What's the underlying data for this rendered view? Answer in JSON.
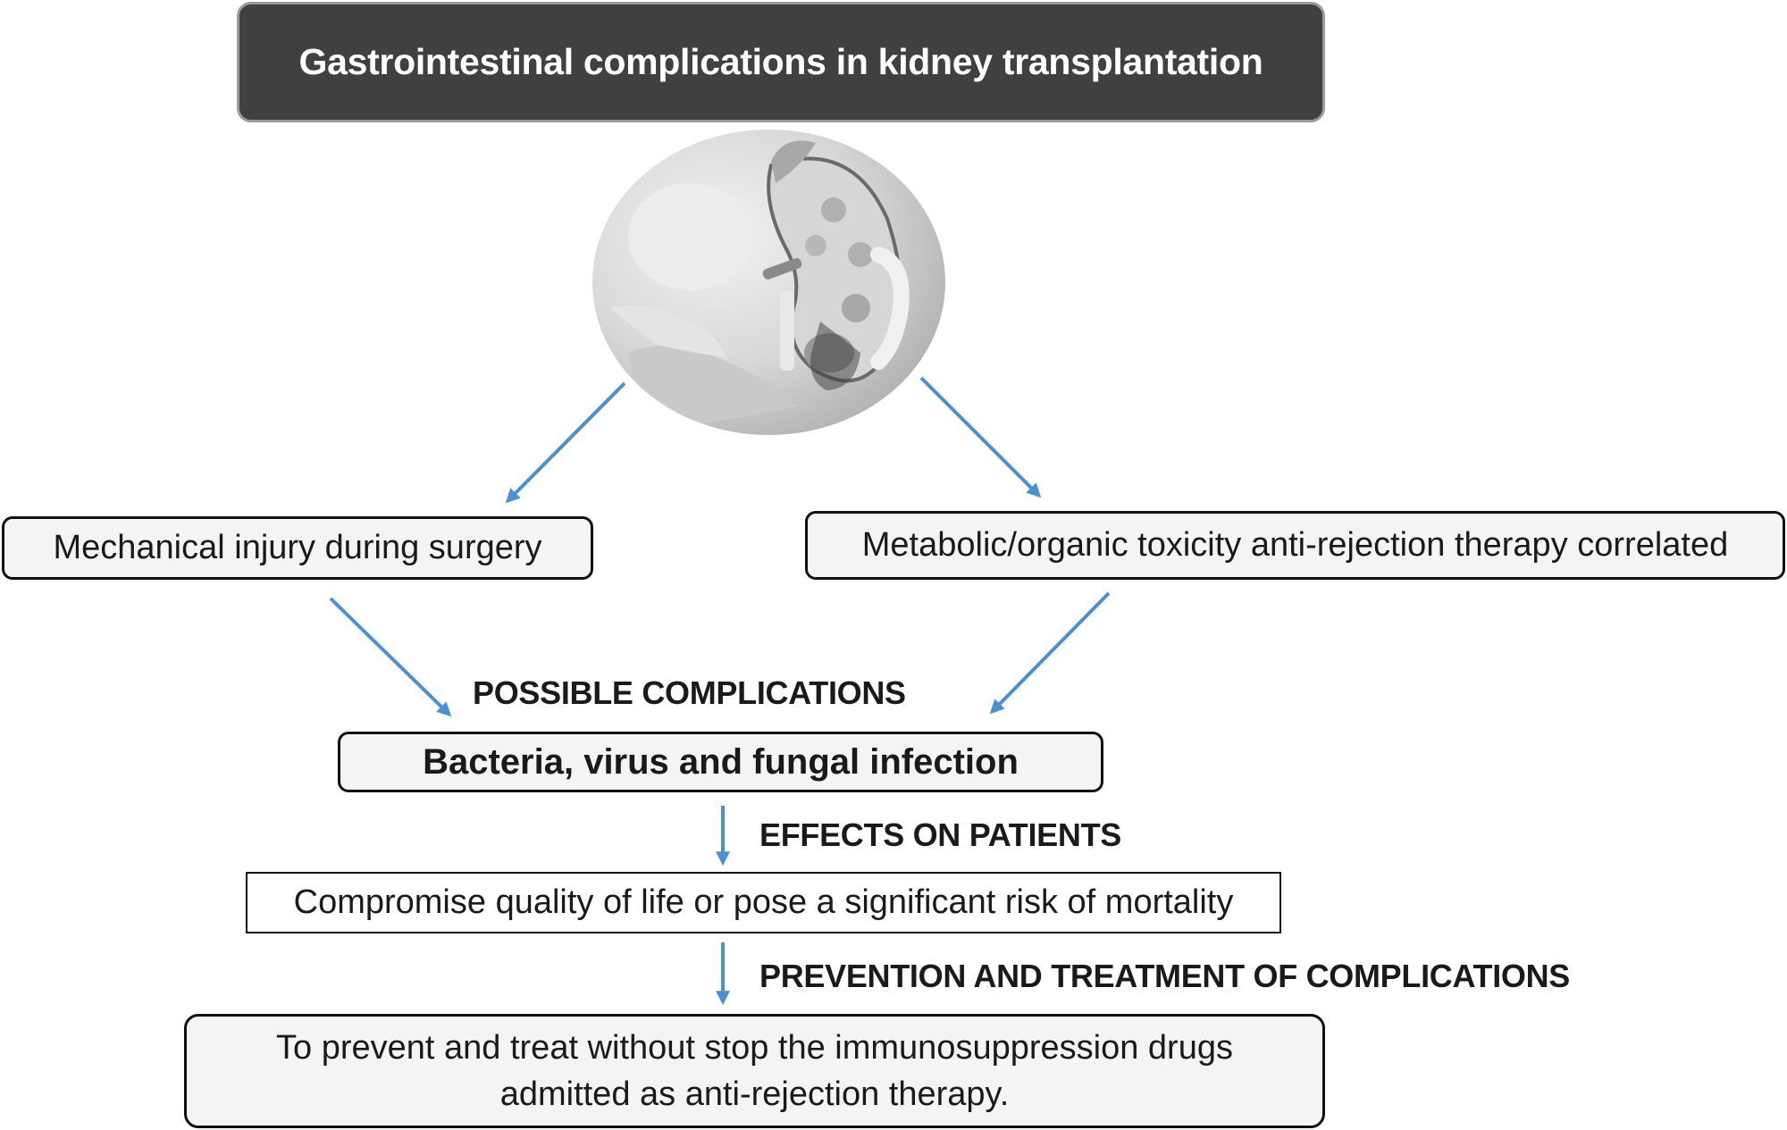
{
  "title": "Gastrointestinal complications in kidney transplantation",
  "image": {
    "alt": "Hands holding an anatomical kidney model"
  },
  "causes": {
    "left": "Mechanical injury during surgery",
    "right": "Metabolic/organic toxicity anti-rejection therapy correlated"
  },
  "sections": {
    "possible_complications": {
      "label": "POSSIBLE COMPLICATIONS",
      "box": "Bacteria, virus and fungal infection"
    },
    "effects_on_patients": {
      "label": "EFFECTS ON PATIENTS",
      "box": "Compromise quality of life or pose a significant risk of mortality"
    },
    "prevention": {
      "label": "PREVENTION AND TREATMENT OF COMPLICATIONS",
      "box_line1": "To prevent and treat without stop the immunosuppression drugs",
      "box_line2": "admitted as anti-rejection therapy."
    }
  },
  "colors": {
    "arrow": "#4a90d4",
    "title_bg": "#404040",
    "node_bg": "#f3f4f6"
  }
}
